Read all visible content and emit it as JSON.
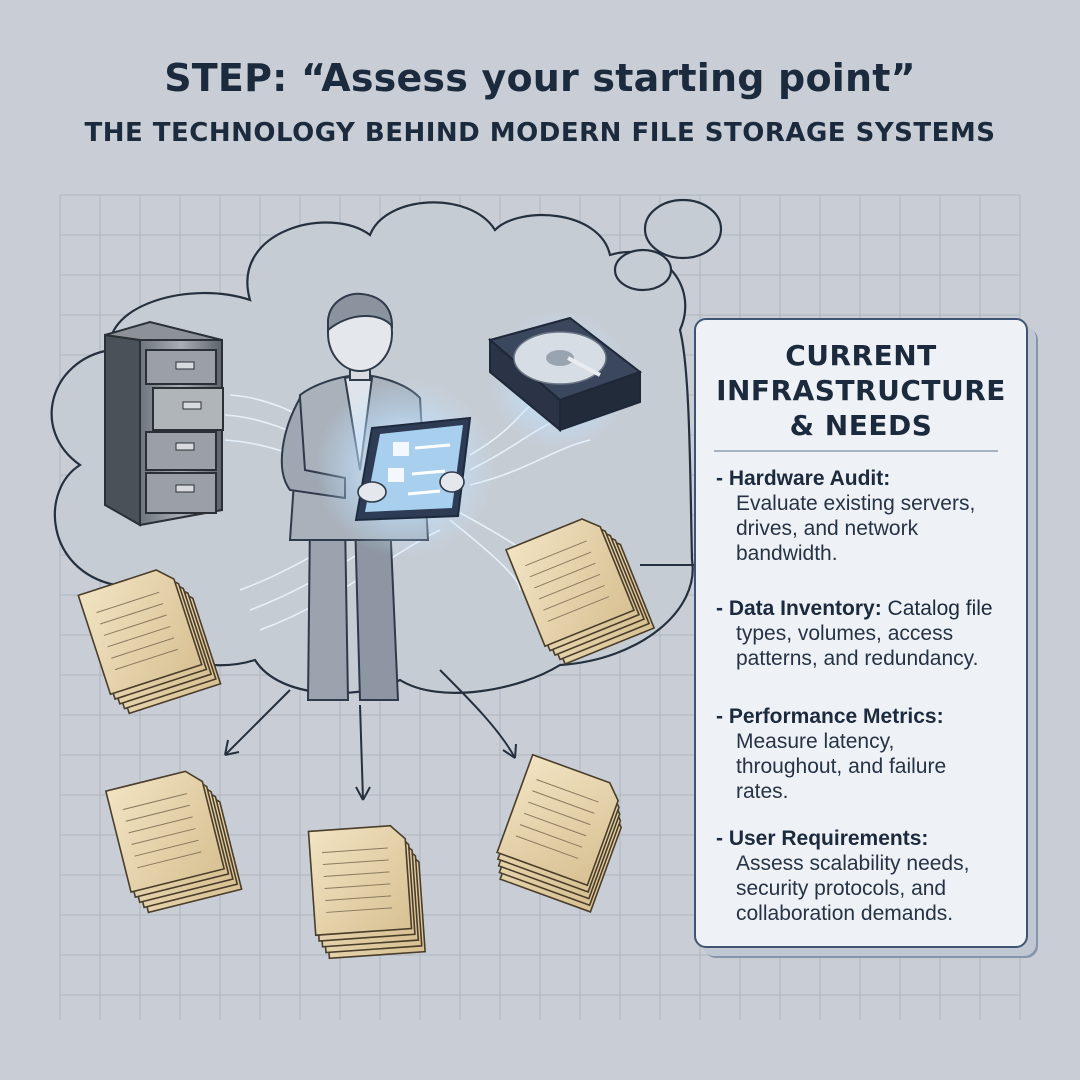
{
  "header": {
    "title": "STEP: “Assess your starting point”",
    "subtitle": "THE TECHNOLOGY BEHIND MODERN FILE STORAGE SYSTEMS"
  },
  "panel": {
    "heading_lines": [
      "CURRENT",
      "INFRASTRUCTURE",
      "& NEEDS"
    ],
    "items": [
      {
        "label": "Hardware Audit:",
        "desc_lines": [
          "Evaluate existing servers,",
          "drives, and network",
          "bandwidth."
        ]
      },
      {
        "label": "Data Inventory:",
        "inline_text": "Catalog file",
        "desc_lines": [
          "types, volumes, access",
          "patterns, and redundancy."
        ]
      },
      {
        "label": "Performance Metrics:",
        "desc_lines": [
          "Measure latency,",
          "throughout, and failure",
          "rates."
        ]
      },
      {
        "label": "User Requirements:",
        "desc_lines": [
          "Assess scalability needs,",
          "security protocols, and",
          "collaboration demands."
        ]
      }
    ]
  },
  "illustration": {
    "icons": [
      "thought-cloud-icon",
      "filing-cabinet-icon",
      "person-with-tablet-icon",
      "hard-drive-icon",
      "document-stack-icon",
      "arrow-icon"
    ]
  },
  "colors": {
    "background": "#c9ced6",
    "title": "#1c2a3d",
    "panel_border": "#3f5472",
    "glow": "#9fd0ff"
  }
}
